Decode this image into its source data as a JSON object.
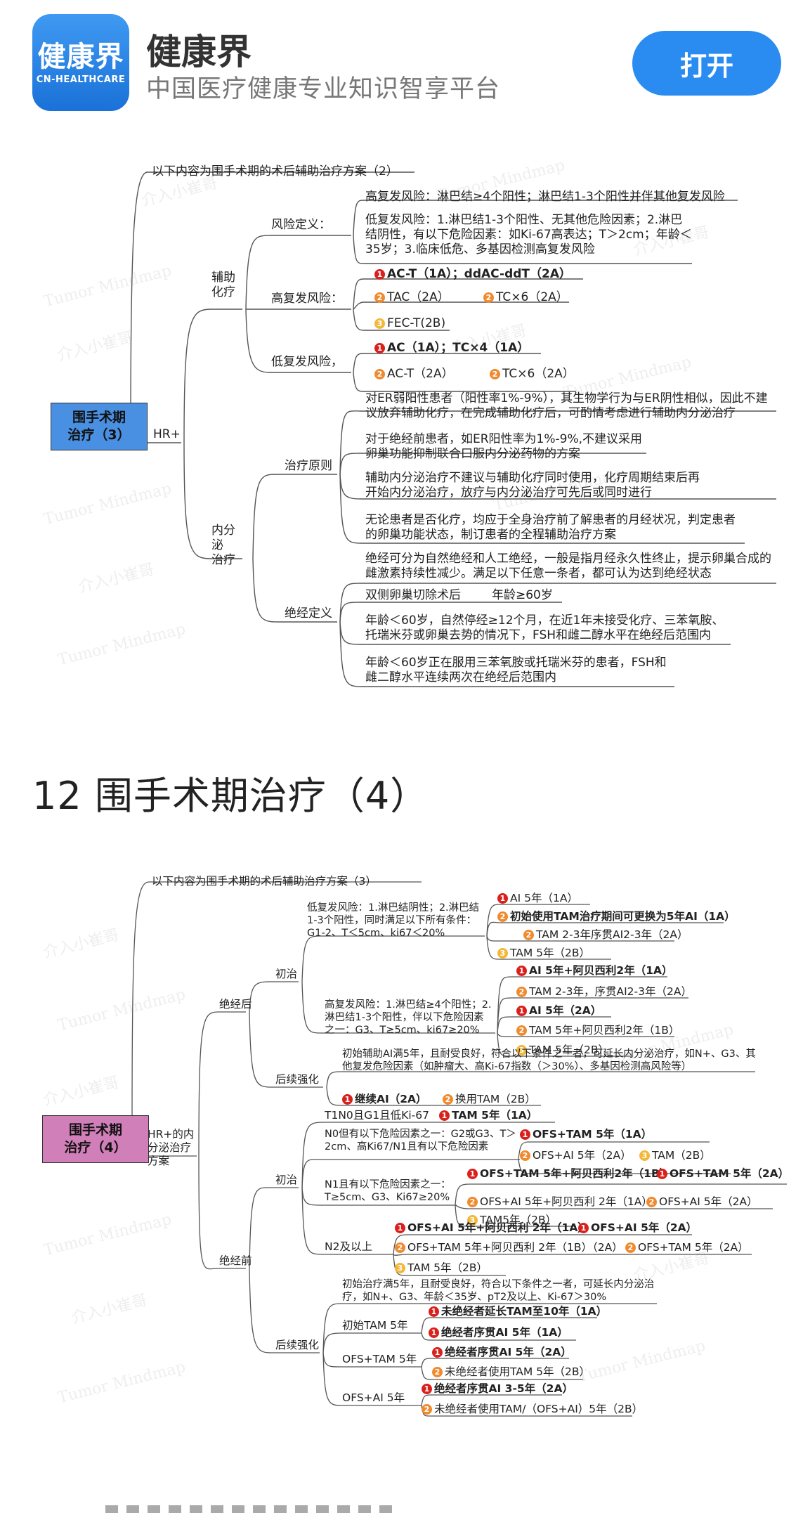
{
  "app": {
    "logo_cn": "健康界",
    "logo_en": "CN-HEALTHCARE",
    "name": "健康界",
    "slogan": "中国医疗健康专业知识智享平台",
    "open_button": "打开"
  },
  "section": {
    "title": "12 围手术期治疗（4）"
  },
  "watermark": {
    "text_a": "介入小崔哥",
    "text_b": "Tumor Mindmap"
  },
  "mindmap3": {
    "note": "以下内容为围手术期的术后辅助治疗方案（2）",
    "root": "围手术期\n治疗（3）",
    "hr": "HR+",
    "fuzhu": "辅助\n化疗",
    "risk_def_label": "风险定义：",
    "risk_high": "高复发风险：淋巴结≥4个阳性；淋巴结1-3个阳性并伴其他复发风险",
    "risk_low": "低复发风险：1.淋巴结1-3个阳性、无其他危险因素；2.淋巴结阴性，有以下危险因素：如Ki-67高表达；T＞2cm；年龄＜35岁；3.临床低危、多基因检测高复发风险",
    "high_label": "高复发风险：",
    "high_1": "AC-T（1A）；ddAC-ddT（2A）",
    "high_2a": "TAC（2A）",
    "high_2b": "TC×6（2A）",
    "high_3": "FEC-T(2B)",
    "low_label": "低复发风险，",
    "low_1": "AC（1A）；TC×4（1A）",
    "low_2a": "AC-T（2A）",
    "low_2b": "TC×6（2A）",
    "neifenmi": "内分泌\n治疗",
    "principle_label": "治疗原则",
    "p1": "对ER弱阳性患者（阳性率1%-9%），其生物学行为与ER阴性相似，因此不建议放弃辅助化疗，在完成辅助化疗后，可酌情考虑进行辅助内分泌治疗",
    "p2": "对于绝经前患者，如ER阳性率为1%-9%,不建议采用卵巢功能抑制联合口服内分泌药物的方案",
    "p3": "辅助内分泌治疗不建议与辅助化疗同时使用，化疗周期结束后再开始内分泌治疗，放疗与内分泌治疗可先后或同时进行",
    "p4": "无论患者是否化疗，均应于全身治疗前了解患者的月经状况，判定患者的卵巢功能状态，制订患者的全程辅助治疗方案",
    "meno_label": "绝经定义",
    "m0": "绝经可分为自然绝经和人工绝经，一般是指月经永久性终止，提示卵巢合成的雌激素持续性减少。满足以下任意一条者，都可认为达到绝经状态",
    "m1a": "双侧卵巢切除术后",
    "m1b": "年龄≥60岁",
    "m2": "年龄＜60岁，自然停经≥12个月，在近1年未接受化疗、三苯氧胺、托瑞米芬或卵巢去势的情况下，FSH和雌二醇水平在绝经后范围内",
    "m3": "年龄＜60岁正在服用三苯氧胺或托瑞米芬的患者，FSH和雌二醇水平连续两次在绝经后范围内"
  },
  "mindmap4": {
    "note": "以下内容为围手术期的术后辅助治疗方案（3）",
    "root": "围手术期\n治疗（4）",
    "hr": "HR+的内\n分泌治疗\n方案",
    "post": "绝经后",
    "post_init": "初治",
    "post_low": "低复发风险：1.淋巴结阴性；2.淋巴结1-3个阳性，同时满足以下所有条件：G1-2、T＜5cm、ki67＜20%",
    "pl1": "AI 5年（1A）",
    "pl2": "初始使用TAM治疗期间可更换为5年AI（1A）",
    "pl3": "TAM 2-3年序贯AI2-3年（2A）",
    "pl4": "TAM 5年（2B）",
    "post_high": "高复发风险：1.淋巴结≥4个阳性；2.淋巴结1-3个阳性，伴以下危险因素之一：G3、T≥5cm、ki67≥20%",
    "ph1": "AI 5年+阿贝西利2年（1A）",
    "ph2": "TAM 2-3年，序贯AI2-3年（2A）",
    "ph3": "AI 5年（2A）",
    "ph4": "TAM 5年+阿贝西利2年（1B）",
    "ph5": "TAM 5年（2B）",
    "post_ext": "后续强化",
    "pe_text": "初始辅助AI满5年，且耐受良好，符合以下条件之一者，可延长内分泌治疗，如N+、G3、其他复发危险因素（如肿瘤大、高Ki-67指数（＞30%）、多基因检测高风险等）",
    "pe1": "继续AI（2A）",
    "pe2": "换用TAM（2B）",
    "pre": "绝经前",
    "pre_init": "初治",
    "t1": "T1N0且G1且低Ki-67",
    "t1a": "TAM 5年（1A）",
    "n0": "N0但有以下危险因素之一：G2或G3、T＞2cm、高Ki67/N1且有以下危险因素",
    "n0a": "OFS+TAM 5年（1A）",
    "n0b": "OFS+AI 5年（2A）",
    "n0c": "TAM（2B）",
    "n1": "N1且有以下危险因素之一：T≥5cm、G3、Ki67≥20%",
    "n1a": "OFS+TAM 5年+阿贝西利2年（1B）",
    "n1b": "OFS+TAM 5年（2A）",
    "n1c": "OFS+AI 5年+阿贝西利 2年（1A）",
    "n1d": "OFS+AI 5年（2A）",
    "n1e": "TAM5年（2B）",
    "n2": "N2及以上",
    "n2a": "OFS+AI 5年+阿贝西利 2年（1A）",
    "n2b": "OFS+AI 5年（2A）",
    "n2c": "OFS+TAM 5年+阿贝西利 2年（1B）（2A）",
    "n2d": "OFS+TAM 5年（2A）",
    "n2e": "TAM 5年（2B）",
    "pre_ext": "后续强化",
    "ext_text": "初始治疗满5年，且耐受良好，符合以下条件之一者，可延长内分泌治疗，如N+、G3、年龄＜35岁、pT2及以上、Ki-67＞30%",
    "e_tam": "初始TAM 5年",
    "e_tam1": "未绝经者延长TAM至10年（1A）",
    "e_tam2": "绝经者序贯AI 5年（1A）",
    "e_ofstam": "OFS+TAM 5年",
    "e_ofstam1": "绝经者序贯AI 5年（2A）",
    "e_ofstam2": "未绝经者使用TAM 5年（2B）",
    "e_ofsai": "OFS+AI 5年",
    "e_ofsai1": "绝经者序贯AI 3-5年（2A）",
    "e_ofsai2": "未绝经者使用TAM/（OFS+AI）5年（2B）"
  }
}
